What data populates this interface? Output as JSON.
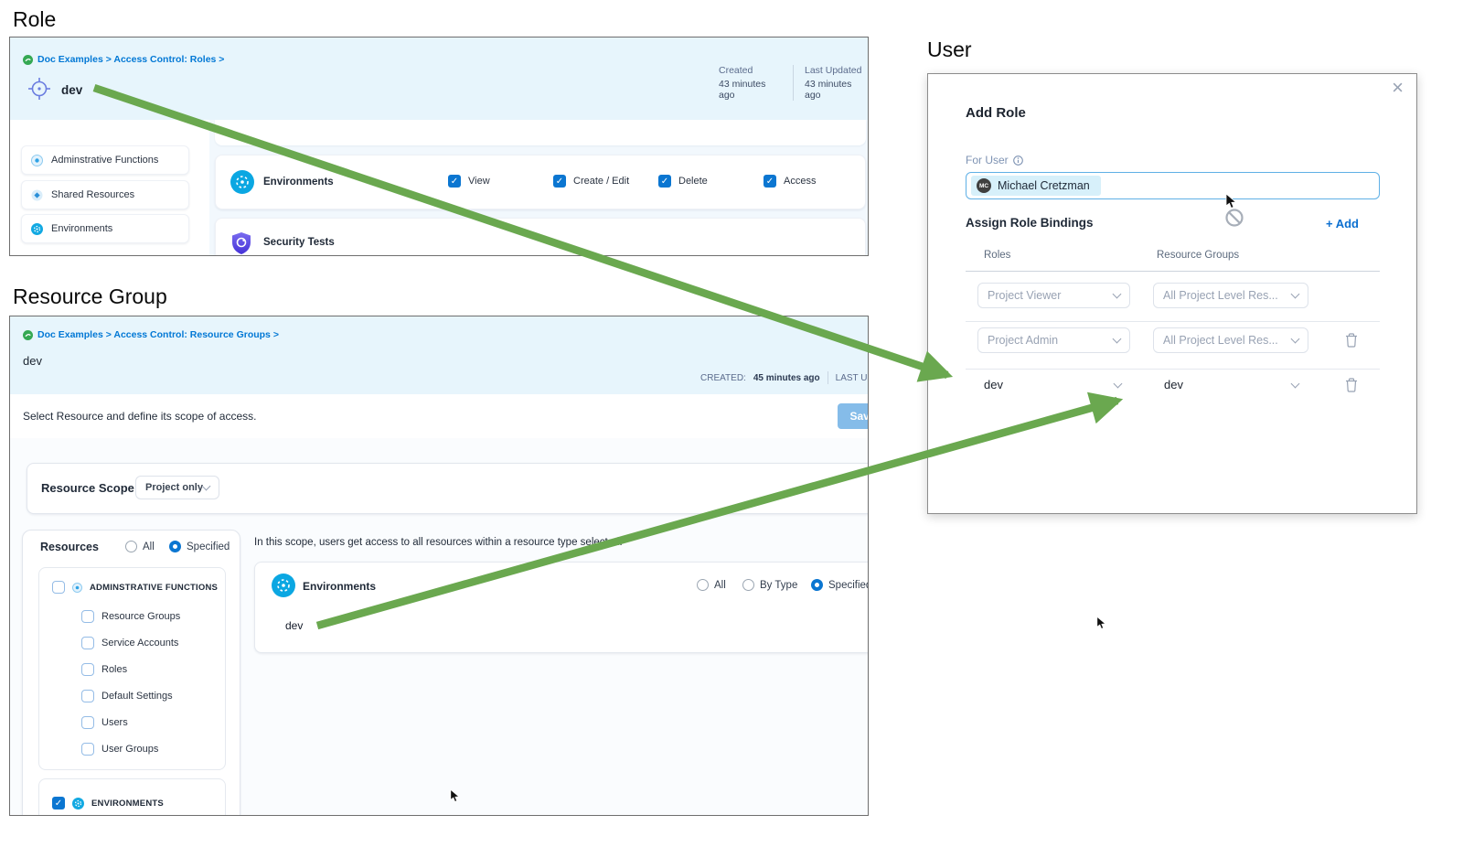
{
  "headings": {
    "role": "Role",
    "resource_group": "Resource Group",
    "user": "User"
  },
  "role_panel": {
    "breadcrumb": "Doc Examples > Access Control: Roles >",
    "title": "dev",
    "created_label": "Created",
    "created_value": "43 minutes ago",
    "updated_label": "Last Updated",
    "updated_value": "43 minutes ago",
    "sidebar_items": [
      "Adminstrative Functions",
      "Shared Resources",
      "Environments"
    ],
    "environments_row_label": "Environments",
    "permissions": [
      "View",
      "Create / Edit",
      "Delete",
      "Access"
    ],
    "security_row_label": "Security Tests"
  },
  "resource_group_panel": {
    "breadcrumb": "Doc Examples > Access Control: Resource Groups >",
    "title": "dev",
    "created_label": "CREATED:",
    "created_value": "45 minutes ago",
    "updated_label": "LAST UPD",
    "description": "Select Resource and define its scope of access.",
    "save_label": "Save",
    "resource_scope_label": "Resource Scope",
    "resource_scope_value": "Project only",
    "resources_label": "Resources",
    "radio_all": "All",
    "radio_specified": "Specified",
    "resources_selected": "Specified",
    "tree_header": "ADMINSTRATIVE FUNCTIONS",
    "tree_children": [
      "Resource Groups",
      "Service Accounts",
      "Roles",
      "Default Settings",
      "Users",
      "User Groups"
    ],
    "environments_header": "ENVIRONMENTS",
    "scope_note": "In this scope, users get access to all resources within a resource type selected.",
    "env_card_label": "Environments",
    "env_radio_all": "All",
    "env_radio_bytype": "By Type",
    "env_radio_specified": "Specified",
    "env_selected": "Specified",
    "env_value": "dev"
  },
  "user_dialog": {
    "title": "Add Role",
    "for_user_label": "For User",
    "user_name": "Michael Cretzman",
    "user_initials": "MC",
    "assign_label": "Assign Role Bindings",
    "add_label": "+ Add",
    "col_roles": "Roles",
    "col_groups": "Resource Groups",
    "rows": [
      {
        "role": "Project Viewer",
        "group": "All Project Level Res..."
      },
      {
        "role": "Project Admin",
        "group": "All Project Level Res..."
      },
      {
        "role": "dev",
        "group": "dev"
      }
    ]
  },
  "colors": {
    "arrow_green": "#6aa84f",
    "accent_blue": "#0b76d1",
    "link_blue": "#0278d5",
    "header_bg": "#e7f5fc"
  }
}
